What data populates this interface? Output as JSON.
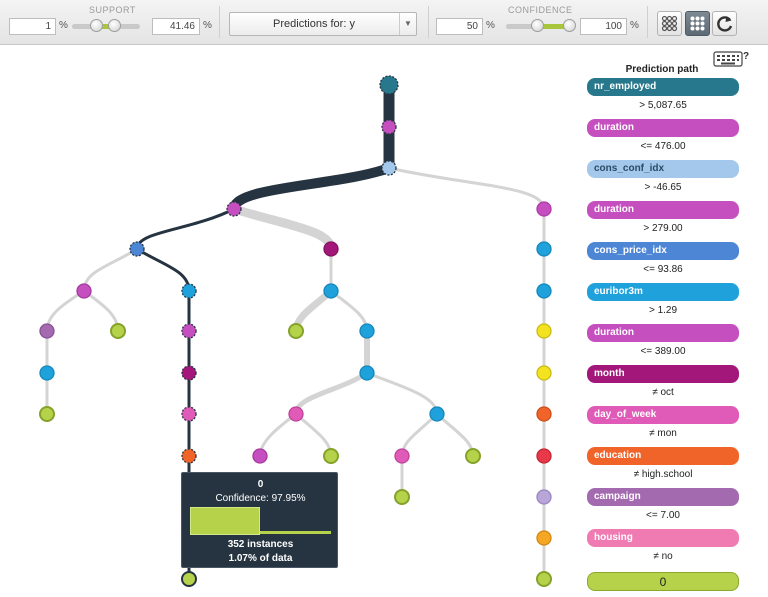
{
  "toolbar": {
    "support_label": "SUPPORT",
    "support_min": "1",
    "support_max": "41.46",
    "support_range": [
      0.35,
      0.62
    ],
    "pct": "%",
    "prediction_select": "Predictions for: y",
    "confidence_label": "CONFIDENCE",
    "confidence_min": "50",
    "confidence_max": "100",
    "confidence_range": [
      0.45,
      0.92
    ]
  },
  "icons": {
    "keyboard": "keyboard-icon",
    "help": "?",
    "view_sparse": "grid-sparse-icon",
    "view_dense": "grid-dense-icon",
    "refresh": "refresh-icon"
  },
  "prediction_path": {
    "title": "Prediction path",
    "steps": [
      {
        "field": "nr_employed",
        "color": "#27788c",
        "condition": "> 5,087.65"
      },
      {
        "field": "duration",
        "color": "#c64fc0",
        "condition": "<= 476.00"
      },
      {
        "field": "cons_conf_idx",
        "color": "#a3c8ec",
        "condition": "> -46.65",
        "dark_text": true
      },
      {
        "field": "duration",
        "color": "#c64fc0",
        "condition": "> 279.00"
      },
      {
        "field": "cons_price_idx",
        "color": "#4e86d6",
        "condition": "<= 93.86"
      },
      {
        "field": "euribor3m",
        "color": "#1fa2dc",
        "condition": "> 1.29"
      },
      {
        "field": "duration",
        "color": "#c64fc0",
        "condition": "<= 389.00"
      },
      {
        "field": "month",
        "color": "#a3177a",
        "condition": "≠ oct"
      },
      {
        "field": "day_of_week",
        "color": "#e05ab8",
        "condition": "≠ mon"
      },
      {
        "field": "education",
        "color": "#f0642a",
        "condition": "≠ high.school"
      },
      {
        "field": "campaign",
        "color": "#a46ab0",
        "condition": "<= 7.00"
      },
      {
        "field": "housing",
        "color": "#f07ab2",
        "condition": "≠ no"
      }
    ],
    "prediction": "0"
  },
  "tooltip": {
    "prediction": "0",
    "confidence": "Confidence: 97.95%",
    "instances": "352 instances",
    "percent": "1.07% of data"
  }
}
